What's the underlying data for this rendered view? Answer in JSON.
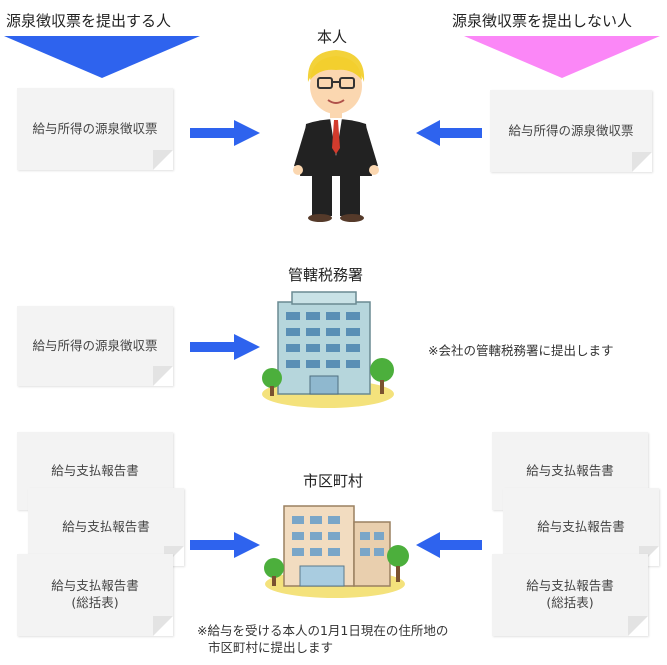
{
  "headers": {
    "left": "源泉徴収票を提出する人",
    "right": "源泉徴収票を提出しない人"
  },
  "sections": {
    "person": {
      "title": "本人"
    },
    "tax_office": {
      "title": "管轄税務署",
      "note": "※会社の管轄税務署に提出します"
    },
    "municipality": {
      "title": "市区町村",
      "note_line1": "※給与を受ける本人の1月1日現在の住所地の",
      "note_line2": "市区町村に提出します"
    }
  },
  "documents": {
    "withholding": "給与所得の源泉徴収票",
    "payment_report": "給与支払報告書",
    "summary_line1": "給与支払報告書",
    "summary_line2": "(総括表)"
  },
  "colors": {
    "blue_banner": "#2e63ee",
    "pink_banner": "#fb87f7",
    "arrow": "#2e63ee"
  }
}
